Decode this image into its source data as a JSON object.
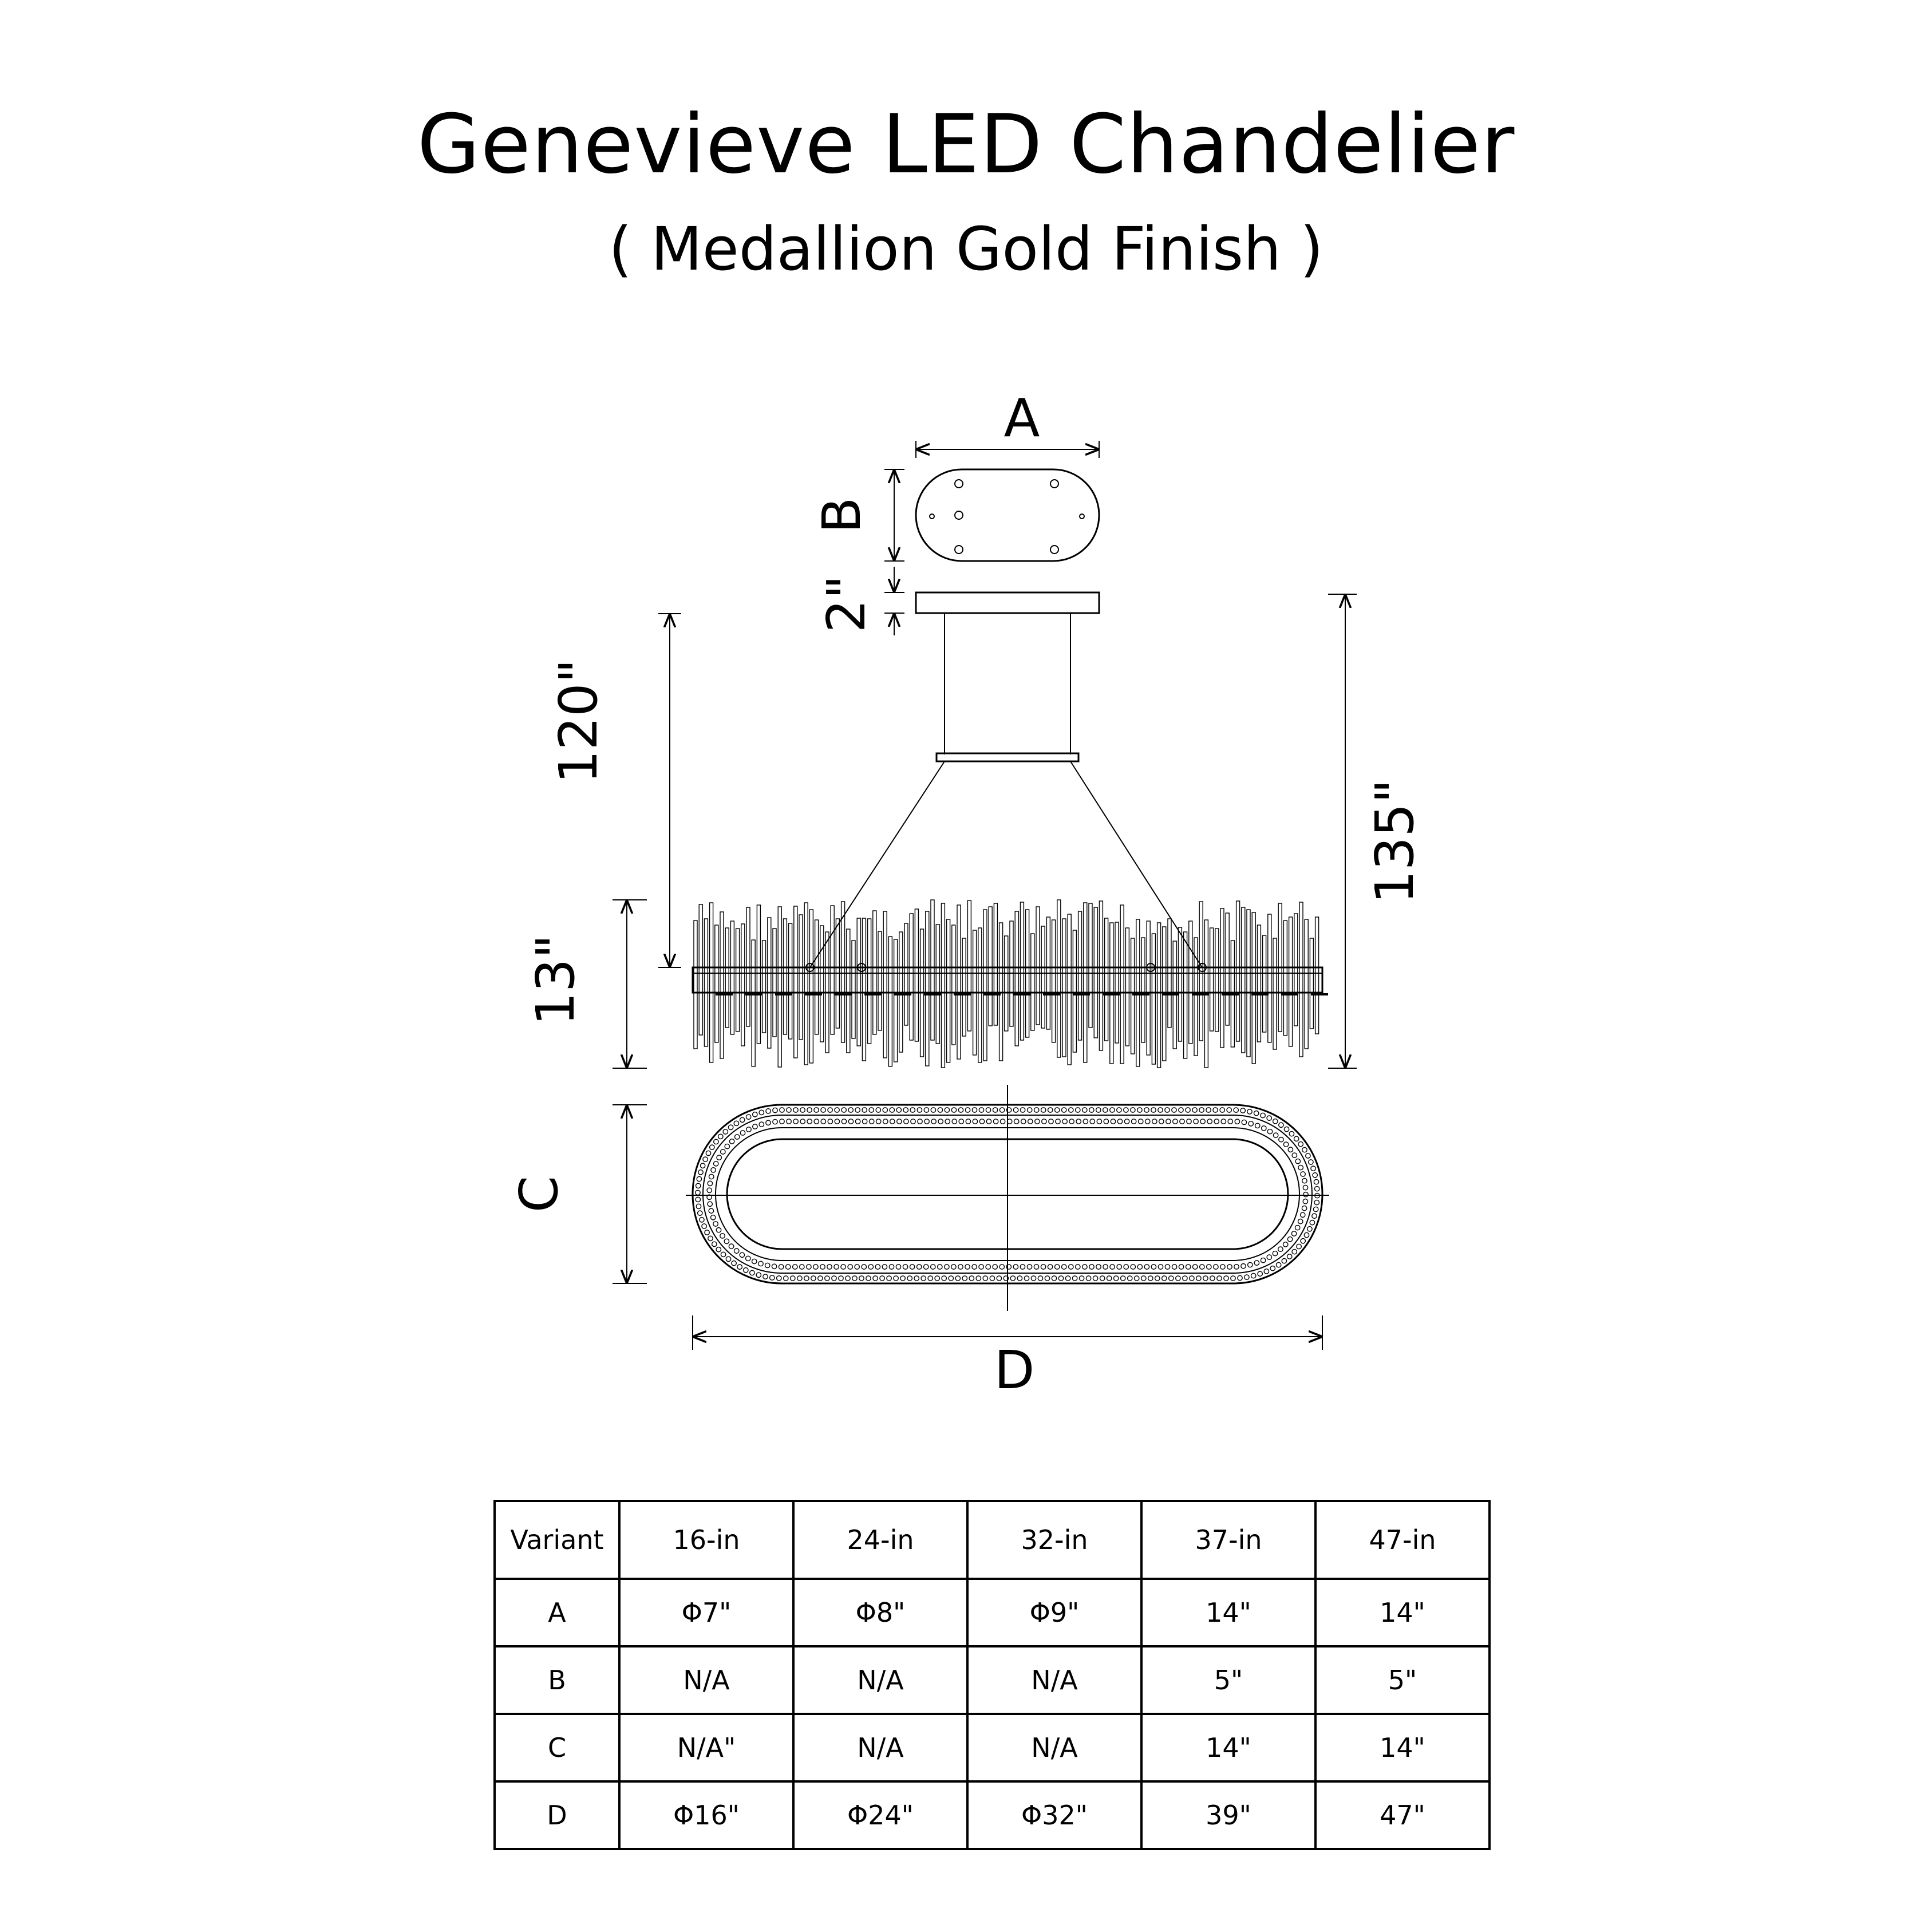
{
  "title": "Genevieve LED Chandelier",
  "subtitle": "( Medallion Gold Finish )",
  "dimensions": {
    "A": "A",
    "B": "B",
    "C": "C",
    "D": "D",
    "canopy_height": "2\"",
    "cable_length": "120\"",
    "fixture_height": "13\"",
    "overall_height": "135\""
  },
  "table": {
    "header": [
      "Variant",
      "16-in",
      "24-in",
      "32-in",
      "37-in",
      "47-in"
    ],
    "rows": [
      [
        "A",
        "Φ7\"",
        "Φ8\"",
        "Φ9\"",
        "14\"",
        "14\""
      ],
      [
        "B",
        "N/A",
        "N/A",
        "N/A",
        "5\"",
        "5\""
      ],
      [
        "C",
        "N/A\"",
        "N/A",
        "N/A",
        "14\"",
        "14\""
      ],
      [
        "D",
        "Φ16\"",
        "Φ24\"",
        "Φ32\"",
        "39\"",
        "47\""
      ]
    ]
  },
  "colors": {
    "ink": "#000000",
    "background": "#ffffff"
  }
}
